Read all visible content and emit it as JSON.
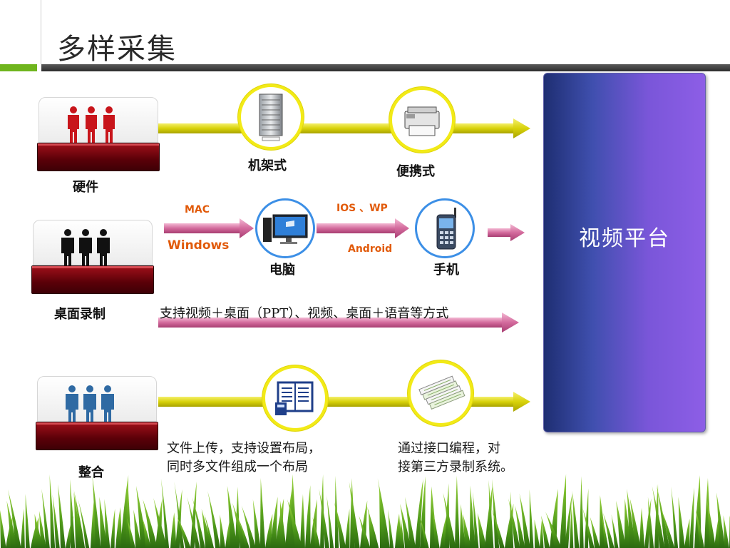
{
  "title": "多样采集",
  "rows": {
    "hardware": {
      "label": "硬件",
      "color": "#c8151b"
    },
    "desktop": {
      "label": "桌面录制",
      "color": "#111111"
    },
    "integration": {
      "label": "整合",
      "color": "#2f6aa3"
    }
  },
  "hardware_nodes": {
    "rack": "机架式",
    "portable": "便携式"
  },
  "desktop_nodes": {
    "mac": "MAC",
    "windows": "Windows",
    "pc": "电脑",
    "ios_wp": "IOS 、WP",
    "android": "Android",
    "phone": "手机"
  },
  "desktop_note": "支持视频＋桌面（PPT）、视频、桌面＋语音等方式",
  "integration_notes": {
    "upload_line1": "文件上传，支持设置布局，",
    "upload_line2": "同时多文件组成一个布局",
    "api_line1": "通过接口编程，对",
    "api_line2": "接第三方录制系统。"
  },
  "platform": {
    "label": "视频平台"
  },
  "colors": {
    "accent_green": "#6fb51e",
    "arrow_yellow": "#d8d20a",
    "arrow_pink": "#c9558a",
    "platform_purple": "#7a56d9"
  }
}
